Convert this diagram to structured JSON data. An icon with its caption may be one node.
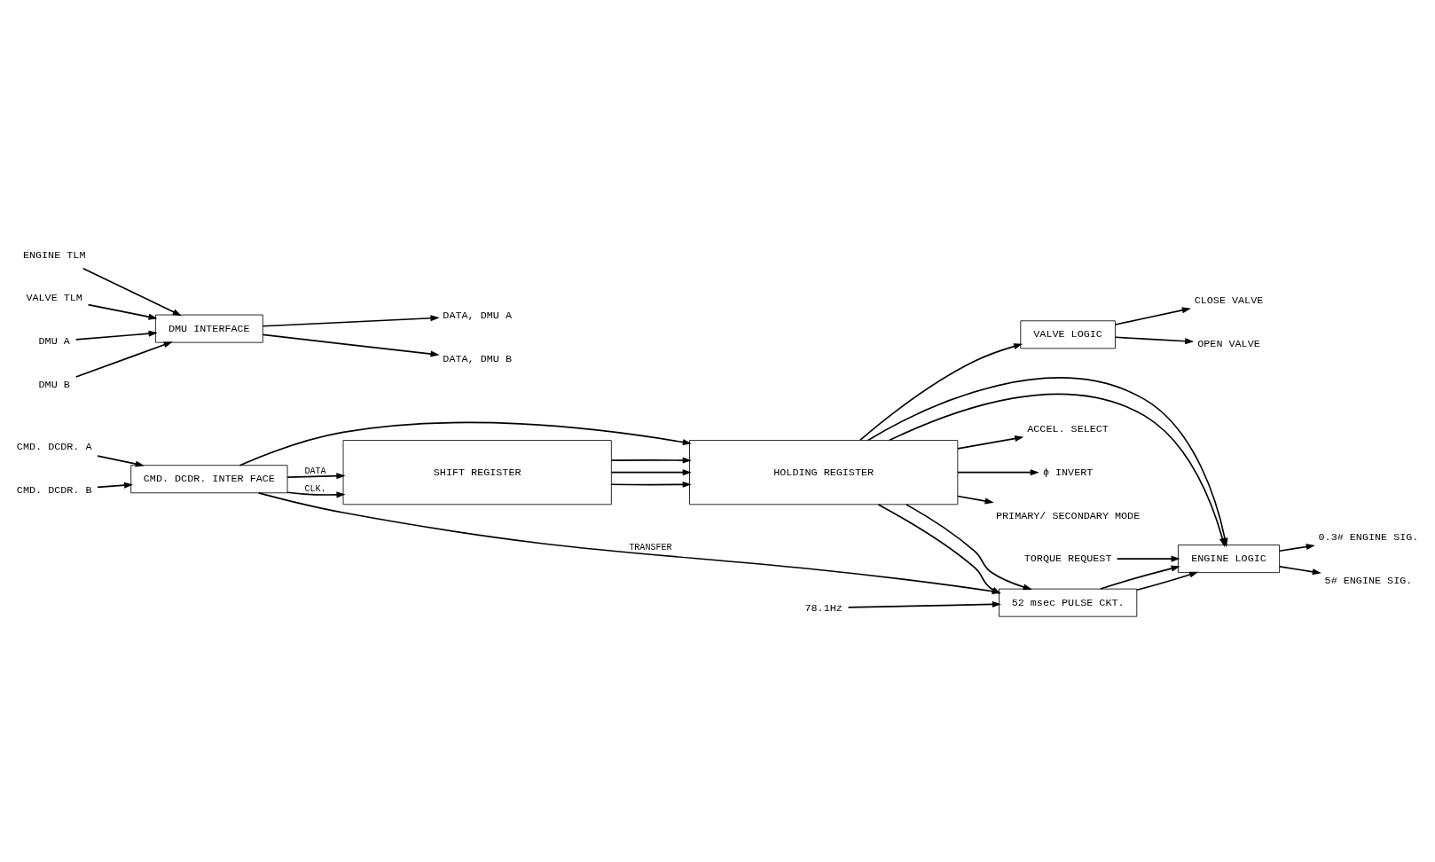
{
  "diagram": {
    "nodes": [
      {
        "text": [
          "CMD. DCDR. A"
        ]
      },
      {
        "text": [
          "CMD. DCDR. B"
        ]
      },
      {
        "text": [
          "CMD. DCDR. INTER FACE"
        ]
      },
      {
        "text": [
          "SHIFT REGISTER"
        ]
      },
      {
        "text": [
          "52 msec PULSE CKT."
        ]
      },
      {
        "text": [
          "HOLDING REGISTER"
        ]
      },
      {
        "text": [
          "78.1Hz"
        ]
      },
      {
        "text": [
          "ACCEL. SELECT"
        ]
      },
      {
        "text": [
          "ϕ INVERT"
        ]
      },
      {
        "text": [
          "PRIMARY/ SECONDARY MODE"
        ]
      },
      {
        "text": [
          "ENGINE LOGIC"
        ]
      },
      {
        "text": [
          "VALVE LOGIC"
        ]
      },
      {
        "text": [
          "OPEN VALVE"
        ]
      },
      {
        "text": [
          "CLOSE VALVE"
        ]
      },
      {
        "text": [
          "TORQUE REQUEST"
        ]
      },
      {
        "text": [
          "0.3# ENGINE SIG."
        ]
      },
      {
        "text": [
          "5# ENGINE SIG."
        ]
      },
      {
        "text": [
          "ENGINE TLM"
        ]
      },
      {
        "text": [
          "VALVE TLM"
        ]
      },
      {
        "text": [
          "DMU INTERFACE"
        ]
      },
      {
        "text": [
          "DMU A"
        ]
      },
      {
        "text": [
          "DMU B"
        ]
      },
      {
        "text": [
          "DATA, DMU A"
        ]
      },
      {
        "text": [
          "DATA, DMU B"
        ]
      }
    ],
    "edges": [
      {
        "from": 0,
        "to": 2,
        "arrow": "to"
      },
      {
        "from": 1,
        "to": 2,
        "arrow": "to"
      },
      {
        "from": 2,
        "to": 3,
        "arrow": "to",
        "label": "CLK."
      },
      {
        "from": 2,
        "to": 3,
        "arrow": "to",
        "label": "DATA"
      },
      {
        "from": 2,
        "to": 4,
        "arrow": "to",
        "label": "TRANSFER"
      },
      {
        "from": 2,
        "to": 5,
        "arrow": "to"
      },
      {
        "from": 3,
        "to": 5,
        "arrow": "to"
      },
      {
        "from": 3,
        "to": 5,
        "arrow": "to"
      },
      {
        "from": 3,
        "to": 5,
        "arrow": "to"
      },
      {
        "from": 5,
        "to": 4,
        "arrow": "to"
      },
      {
        "from": 5,
        "to": 4,
        "arrow": "to"
      },
      {
        "from": 6,
        "to": 4,
        "arrow": "to"
      },
      {
        "from": 5,
        "to": 7,
        "arrow": "to"
      },
      {
        "from": 5,
        "to": 8,
        "arrow": "to"
      },
      {
        "from": 5,
        "to": 9,
        "arrow": "to"
      },
      {
        "from": 5,
        "to": 10,
        "arrow": "to"
      },
      {
        "from": 5,
        "to": 10,
        "arrow": "to"
      },
      {
        "from": 5,
        "to": 11,
        "arrow": "to"
      },
      {
        "from": 4,
        "to": 10,
        "arrow": "to"
      },
      {
        "from": 4,
        "to": 10,
        "arrow": "to"
      },
      {
        "from": 14,
        "to": 10,
        "arrow": "to"
      },
      {
        "from": 11,
        "to": 12,
        "arrow": "to"
      },
      {
        "from": 11,
        "to": 13,
        "arrow": "to"
      },
      {
        "from": 10,
        "to": 15,
        "arrow": "to"
      },
      {
        "from": 10,
        "to": 16,
        "arrow": "to"
      },
      {
        "from": 17,
        "to": 19,
        "arrow": "to"
      },
      {
        "from": 18,
        "to": 19,
        "arrow": "to"
      },
      {
        "from": 20,
        "to": 19,
        "arrow": "to"
      },
      {
        "from": 21,
        "to": 19,
        "arrow": "to"
      },
      {
        "from": 19,
        "to": 22,
        "arrow": "to"
      },
      {
        "from": 19,
        "to": 23,
        "arrow": "to"
      }
    ]
  }
}
